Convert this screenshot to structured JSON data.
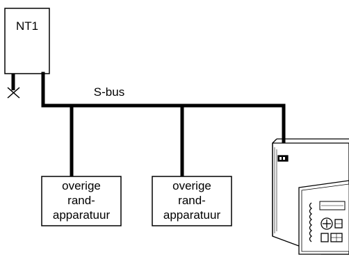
{
  "nt1": {
    "label": "NT1"
  },
  "bus": {
    "label": "S-bus"
  },
  "peripherals": [
    {
      "lines": [
        "overige",
        "rand-",
        "apparatuur"
      ]
    },
    {
      "lines": [
        "overige",
        "rand-",
        "apparatuur"
      ]
    }
  ]
}
